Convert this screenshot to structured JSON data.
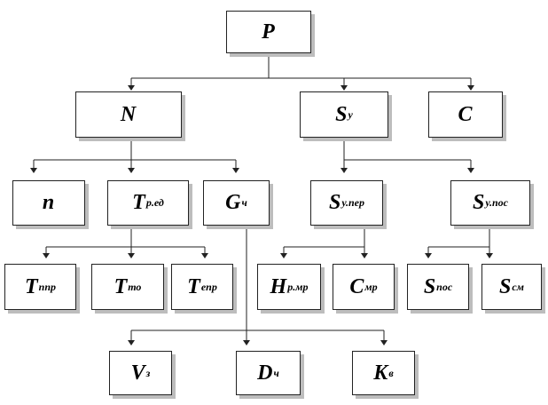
{
  "nodes": {
    "P": {
      "main": "P",
      "sub": ""
    },
    "N": {
      "main": "N",
      "sub": ""
    },
    "Sy": {
      "main": "S",
      "sub": "у"
    },
    "C": {
      "main": "C",
      "sub": ""
    },
    "n": {
      "main": "n",
      "sub": ""
    },
    "Tred": {
      "main": "T",
      "sub": "р.ед"
    },
    "Gch": {
      "main": "G",
      "sub": "ч"
    },
    "Syper": {
      "main": "S",
      "sub": "у.пер"
    },
    "Sypos": {
      "main": "S",
      "sub": "у.пос"
    },
    "Tppr": {
      "main": "T",
      "sub": "ппр"
    },
    "Tto": {
      "main": "T",
      "sub": "то"
    },
    "Tepr": {
      "main": "T",
      "sub": "епр"
    },
    "Hrmr": {
      "main": "H",
      "sub": "р.мр"
    },
    "Cmr": {
      "main": "C",
      "sub": "мр"
    },
    "Spos": {
      "main": "S",
      "sub": "пос"
    },
    "Scm": {
      "main": "S",
      "sub": "см"
    },
    "Vz": {
      "main": "V",
      "sub": "з"
    },
    "Dch": {
      "main": "D",
      "sub": "ч"
    },
    "Kv": {
      "main": "K",
      "sub": "в"
    }
  }
}
